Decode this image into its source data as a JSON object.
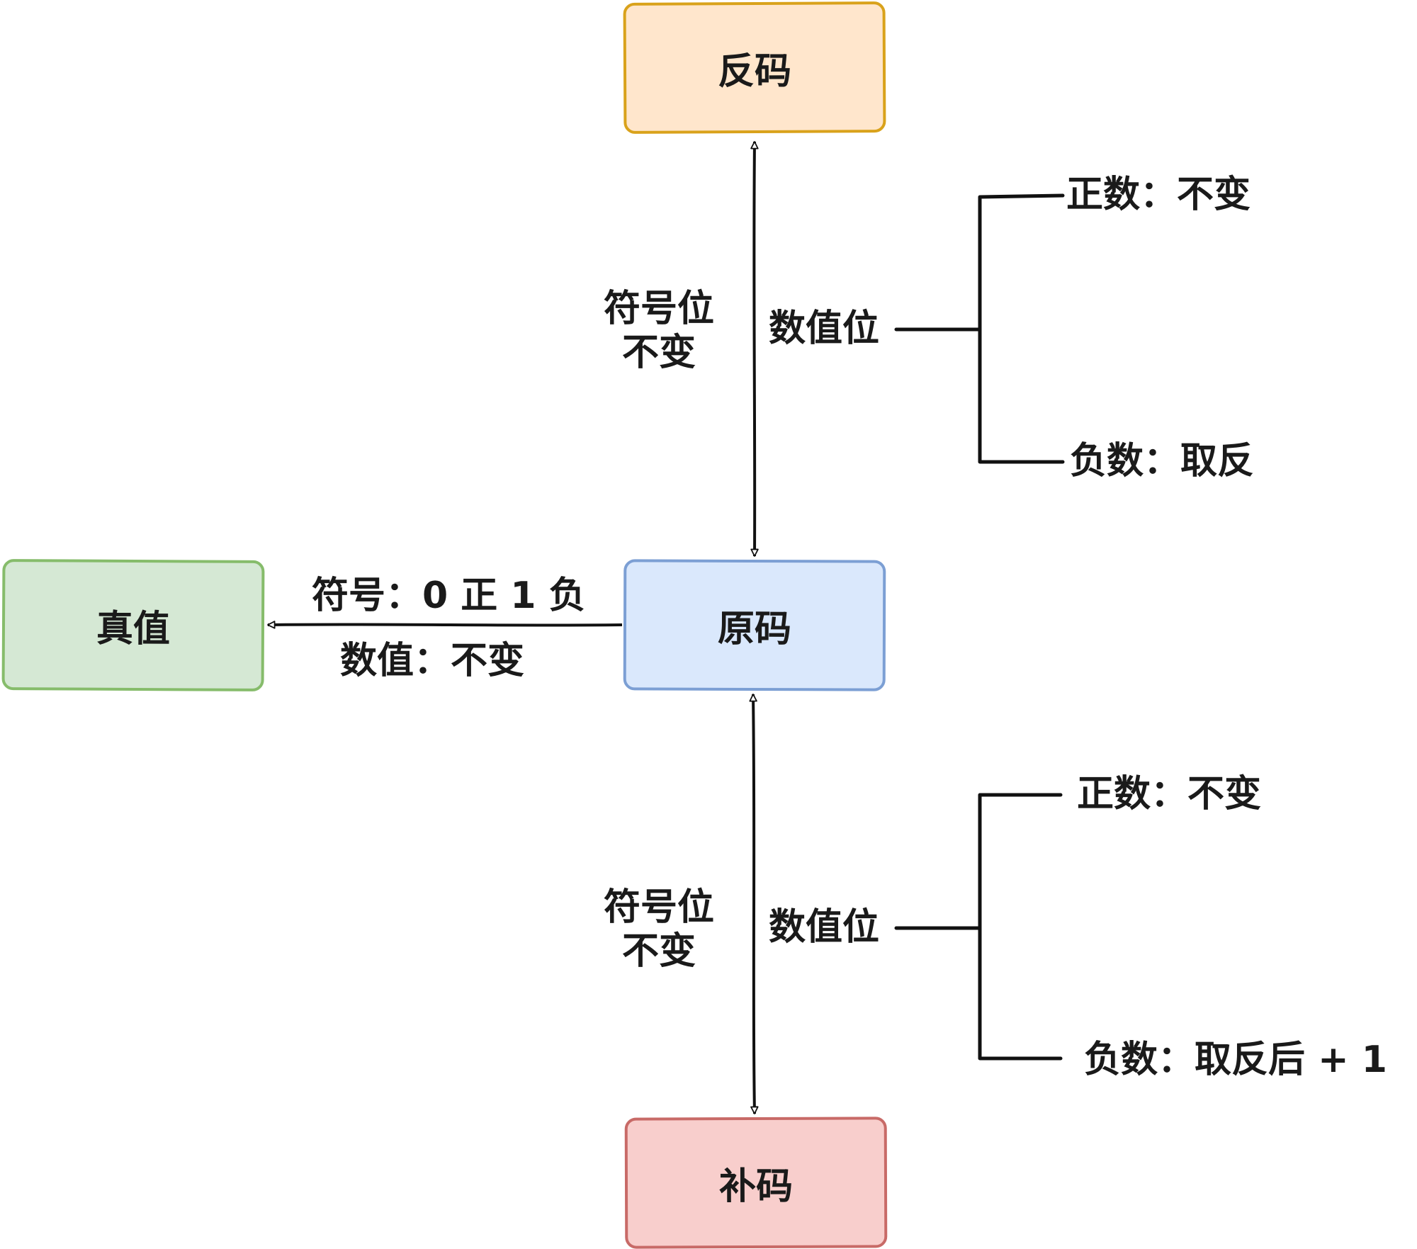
{
  "nodes": {
    "fanma": "反码",
    "yuanma": "原码",
    "buma": "补码",
    "zhenzhi": "真值"
  },
  "top_edge": {
    "sign_line1": "符号位",
    "sign_line2": "不变",
    "value_label": "数值位",
    "branch_positive": "正数：不变",
    "branch_negative": "负数：取反"
  },
  "bottom_edge": {
    "sign_line1": "符号位",
    "sign_line2": "不变",
    "value_label": "数值位",
    "branch_positive": "正数：不变",
    "branch_negative": "负数：取反后 + 1"
  },
  "left_edge": {
    "sign_rule": "符号：0 正 1 负",
    "value_rule": "数值：不变"
  },
  "colors": {
    "fanma_fill": "#ffe6cc",
    "fanma_stroke": "#d9a21b",
    "yuanma_fill": "#dae8fc",
    "yuanma_stroke": "#7c9fd4",
    "buma_fill": "#f8cecc",
    "buma_stroke": "#c86a67",
    "zhenzhi_fill": "#d5e8d4",
    "zhenzhi_stroke": "#86bc6b",
    "line": "#111111"
  }
}
